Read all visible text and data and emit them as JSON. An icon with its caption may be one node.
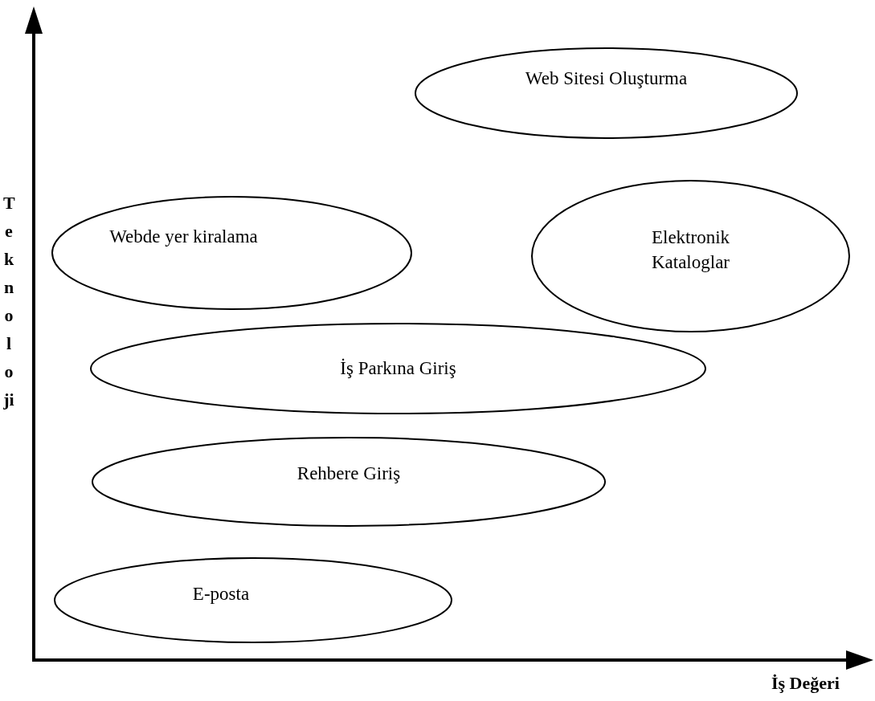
{
  "diagram": {
    "nodes": [
      {
        "text": [
          "Web Sitesi Oluşturma"
        ]
      },
      {
        "text": [
          "Webde yer kiralama"
        ]
      },
      {
        "text": [
          "Elektronik Kataloglar"
        ]
      },
      {
        "text": [
          "İş Parkına Giriş"
        ]
      },
      {
        "text": [
          "Rehbere Giriş"
        ]
      },
      {
        "text": [
          "E-posta"
        ]
      }
    ],
    "edges": [],
    "labels": [
      "Teknoloji",
      "İş Değeri"
    ]
  }
}
